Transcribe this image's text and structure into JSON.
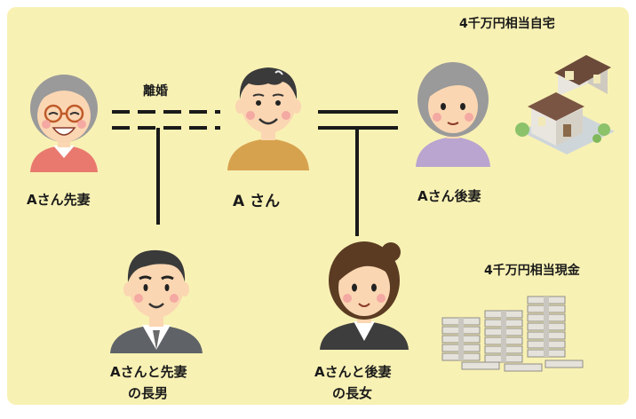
{
  "labels": {
    "divorce": "離婚",
    "ex_wife": "Aさん先妻",
    "a_san": "A さん",
    "second_wife": "Aさん後妻",
    "eldest_son_line1": "Aさんと先妻",
    "eldest_son_line2": "の長男",
    "eldest_daughter_line1": "Aさんと後妻",
    "eldest_daughter_line2": "の長女"
  },
  "assets": {
    "house_caption": "4千万円相当自宅",
    "cash_caption": "4千万円相当現金"
  },
  "icons": [
    "ex-wife-icon",
    "a-san-icon",
    "second-wife-icon",
    "house-icon",
    "son-icon",
    "daughter-icon",
    "cash-bundles-icon"
  ],
  "colors": {
    "background": "#f8f1b4",
    "line": "#1a1a1a",
    "skin": "#fbd6b2",
    "grey_hair": "#9a9a9a",
    "dark_hair": "#3a3a3a",
    "brown_hair": "#5b3b22",
    "ochre_shirt": "#d7a24e",
    "lavender_shirt": "#b9a5cf",
    "suit": "#5f6368"
  }
}
